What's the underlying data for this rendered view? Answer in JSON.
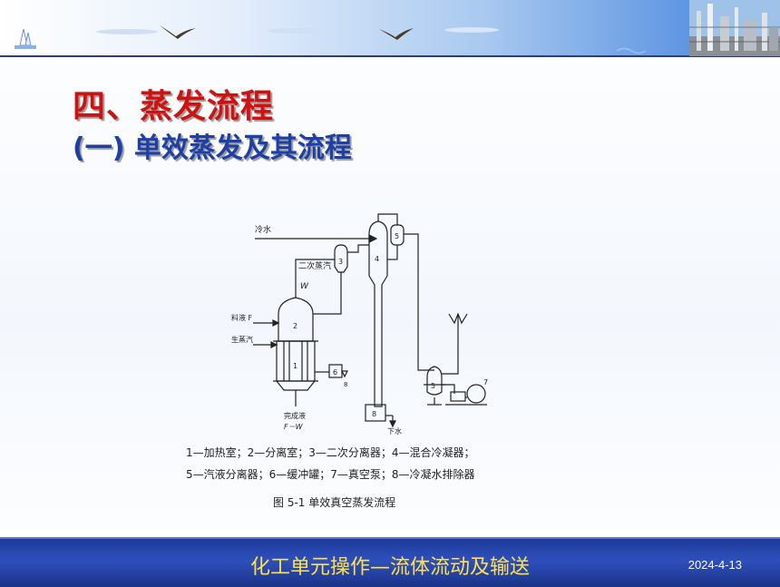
{
  "slide": {
    "title": "四、蒸发流程",
    "subtitle": "(一) 单效蒸发及其流程"
  },
  "figure": {
    "labels": {
      "cold_water": "冷水",
      "secondary_steam": "二次蒸汽",
      "feed": "料液 F",
      "live_steam": "生蒸汽",
      "w": "W",
      "product": "完成液",
      "product_formula": "F－W",
      "drain_water": "下水",
      "n1": "1",
      "n2": "2",
      "n3": "3",
      "n4": "4",
      "n5a": "5",
      "n5b": "5",
      "n6": "6",
      "n7": "7",
      "n8a": "8",
      "n8b": "8"
    },
    "legend_line1": "1—加热室；2—分离室；3—二次分离器；4—混合冷凝器；",
    "legend_line2": "5—汽液分离器；6—缓冲罐；7—真空泵；8—冷凝水排除器",
    "caption": "图 5-1    单效真空蒸发流程"
  },
  "footer": {
    "title": "化工单元操作—流体流动及输送",
    "date": "2024-4-13"
  },
  "colors": {
    "title_red": "#d11010",
    "subtitle_blue": "#1d3fa6",
    "footer_bg": "#2e4fbd",
    "footer_text": "#ffe24a"
  }
}
